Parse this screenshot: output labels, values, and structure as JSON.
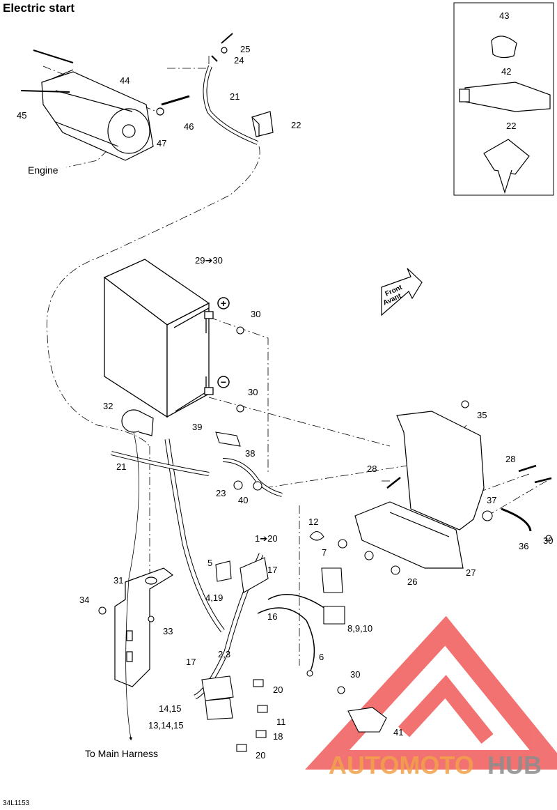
{
  "title": "Electric start",
  "footer_code": "34L1153",
  "notes": {
    "engine": "Engine",
    "main_harness": "To Main Harness"
  },
  "front_badge": [
    "Front",
    "Avant"
  ],
  "battery_terminals": {
    "positive": "+",
    "negative": "−"
  },
  "watermark": {
    "text_main": "AUTOMOTO",
    "text_hub": "HUB",
    "color_main": "#f1a24a",
    "color_hub": "#8d8d8d",
    "triangle_color": "#ee4444"
  },
  "callouts": {
    "c25": "25",
    "c24": "24",
    "c44": "44",
    "c21a": "21",
    "c45": "45",
    "c46": "46",
    "c47": "47",
    "c22a": "22",
    "c43": "43",
    "c42": "42",
    "c22b": "22",
    "c29": "29➔30",
    "c30a": "30",
    "c30b": "30",
    "c32": "32",
    "c39": "39",
    "c35": "35",
    "c38": "38",
    "c21b": "21",
    "c23": "23",
    "c40": "40",
    "c28a": "28",
    "c28b": "28",
    "c37": "37",
    "c36": "36",
    "c30c": "30",
    "c12": "12",
    "c7": "7",
    "c1_20": "1➔20",
    "c17a": "17",
    "c5": "5",
    "c4_19": "4,19",
    "c26": "26",
    "c27": "27",
    "c31": "31",
    "c34": "34",
    "c33": "33",
    "c16": "16",
    "c8_10": "8,9,10",
    "c6": "6",
    "c17b": "17",
    "c2_3": "2,3",
    "c30d": "30",
    "c20a": "20",
    "c14_15": "14,15",
    "c11": "11",
    "c13_15": "13,14,15",
    "c18": "18",
    "c41": "41",
    "c20b": "20"
  }
}
